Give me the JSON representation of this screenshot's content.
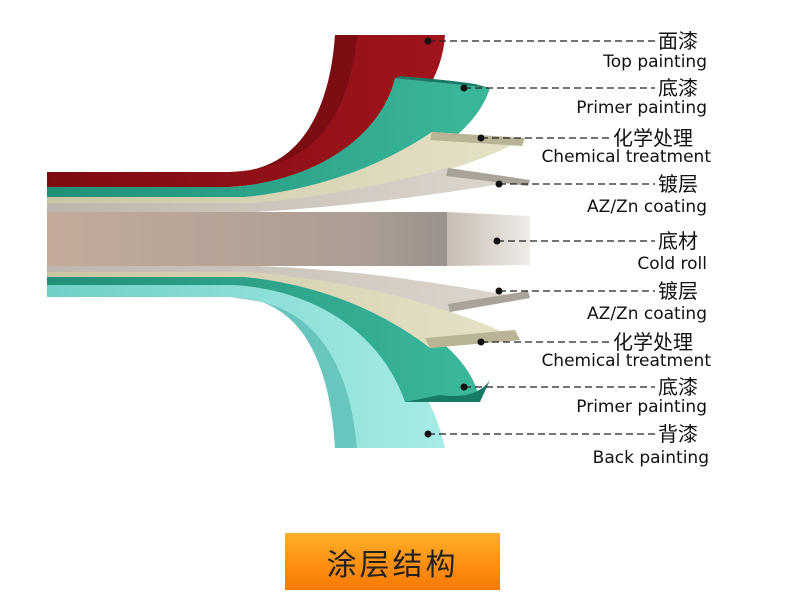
{
  "layers": [
    {
      "id": "top-paint",
      "cn": "面漆",
      "en": "Top painting",
      "color": "#8b1017"
    },
    {
      "id": "primer-top",
      "cn": "底漆",
      "en": "Primer painting",
      "color": "#2aa58d"
    },
    {
      "id": "chemical-top",
      "cn": "化学处理",
      "en": "Chemical treatment",
      "color": "#d6d3b3"
    },
    {
      "id": "coating-top",
      "cn": "镀层",
      "en": "AZ/Zn coating",
      "color": "#c9c2b8"
    },
    {
      "id": "cold-roll",
      "cn": "底材",
      "en": "Cold roll",
      "color": "#b9a79a"
    },
    {
      "id": "coating-bottom",
      "cn": "镀层",
      "en": "AZ/Zn coating",
      "color": "#c9c2b8"
    },
    {
      "id": "chemical-bottom",
      "cn": "化学处理",
      "en": "Chemical treatment",
      "color": "#d6d3b3"
    },
    {
      "id": "primer-bottom",
      "cn": "底漆",
      "en": "Primer painting",
      "color": "#2aa58d"
    },
    {
      "id": "back-paint",
      "cn": "背漆",
      "en": "Back painting",
      "color": "#7fd6cf"
    }
  ],
  "title": "涂层结构",
  "title_bg": "#ff9014"
}
